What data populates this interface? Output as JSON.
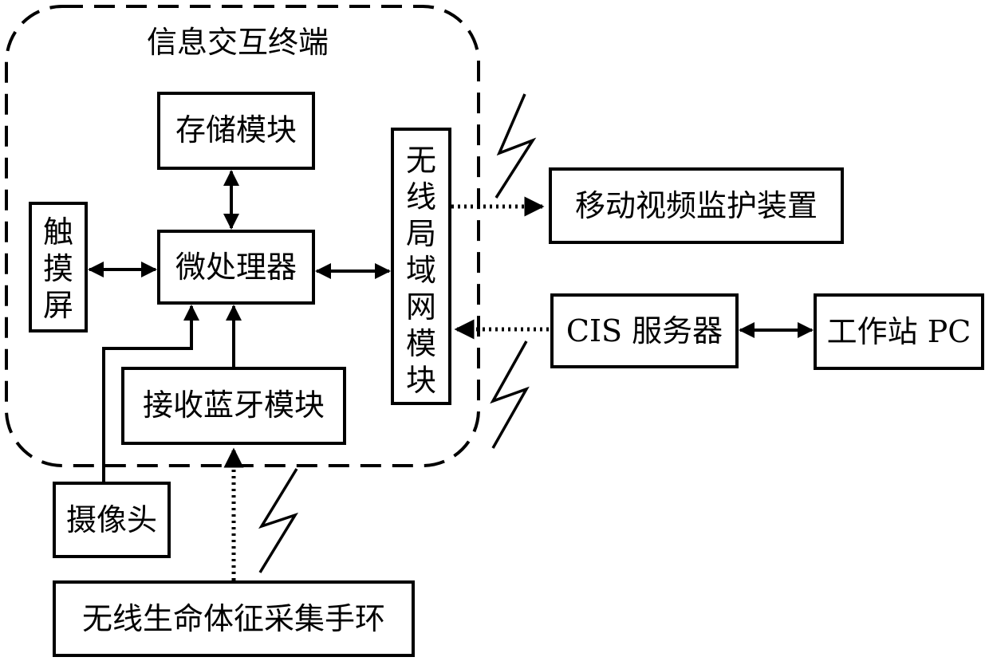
{
  "terminal": {
    "title": "信息交互终端"
  },
  "modules": {
    "storage": "存储模块",
    "touch": "触摸屏",
    "micro": "微处理器",
    "bt": "接收蓝牙模块",
    "wlan": "无线局域网模块"
  },
  "external": {
    "camera": "摄像头",
    "bracelet": "无线生命体征采集手环",
    "mobile_video": "移动视频监护装置",
    "cis_server": "CIS 服务器",
    "workstation": "工作站 PC"
  },
  "colors": {
    "line": "#000000",
    "background": "#ffffff"
  }
}
